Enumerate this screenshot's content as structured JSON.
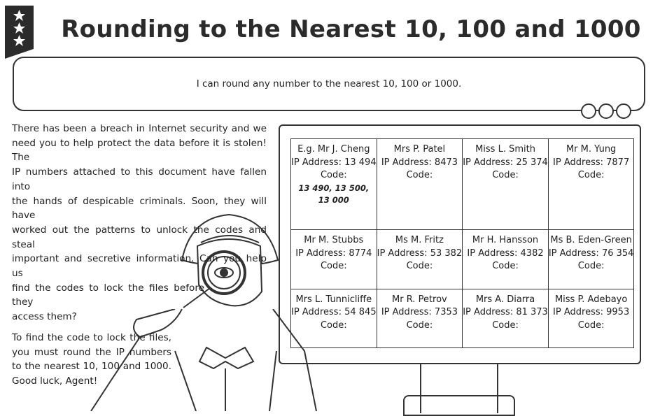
{
  "title": "Rounding to the Nearest 10, 100 and 1000",
  "objective": "I can round any number to the nearest 10, 100 or 1000.",
  "intro": {
    "p1": [
      "There has been a breach in Internet security and we",
      "need you to help protect the data before it is stolen! The",
      "IP numbers attached to this document have fallen into",
      "the hands of despicable criminals. Soon, they will have",
      "worked out the patterns to unlock the codes and steal",
      "important and secretive information. Can you help us",
      "find the codes to lock the files before they",
      "access them?"
    ],
    "p2": [
      "To find the code to lock the files,",
      "you must round the IP numbers",
      "to the nearest 10, 100 and 1000.",
      "Good luck, Agent!"
    ]
  },
  "ip_label": "IP Address:",
  "code_label": "Code:",
  "cards": [
    {
      "name": "E.g. Mr J. Cheng",
      "ip": "13 494",
      "answer": "13 490, 13 500, 13 000"
    },
    {
      "name": "Mrs P. Patel",
      "ip": "8473"
    },
    {
      "name": "Miss L. Smith",
      "ip": "25 374"
    },
    {
      "name": "Mr M. Yung",
      "ip": "7877"
    },
    {
      "name": "Mr M. Stubbs",
      "ip": "8774"
    },
    {
      "name": "Ms M. Fritz",
      "ip": "53 382"
    },
    {
      "name": "Mr H. Hansson",
      "ip": "4382"
    },
    {
      "name": "Ms B. Eden-Green",
      "ip": "76 354"
    },
    {
      "name": "Mrs L. Tunnicliffe",
      "ip": "54 845"
    },
    {
      "name": "Mr R. Petrov",
      "ip": "7353"
    },
    {
      "name": "Mrs A. Diarra",
      "ip": "81 373"
    },
    {
      "name": "Miss P. Adebayo",
      "ip": "9953"
    }
  ]
}
